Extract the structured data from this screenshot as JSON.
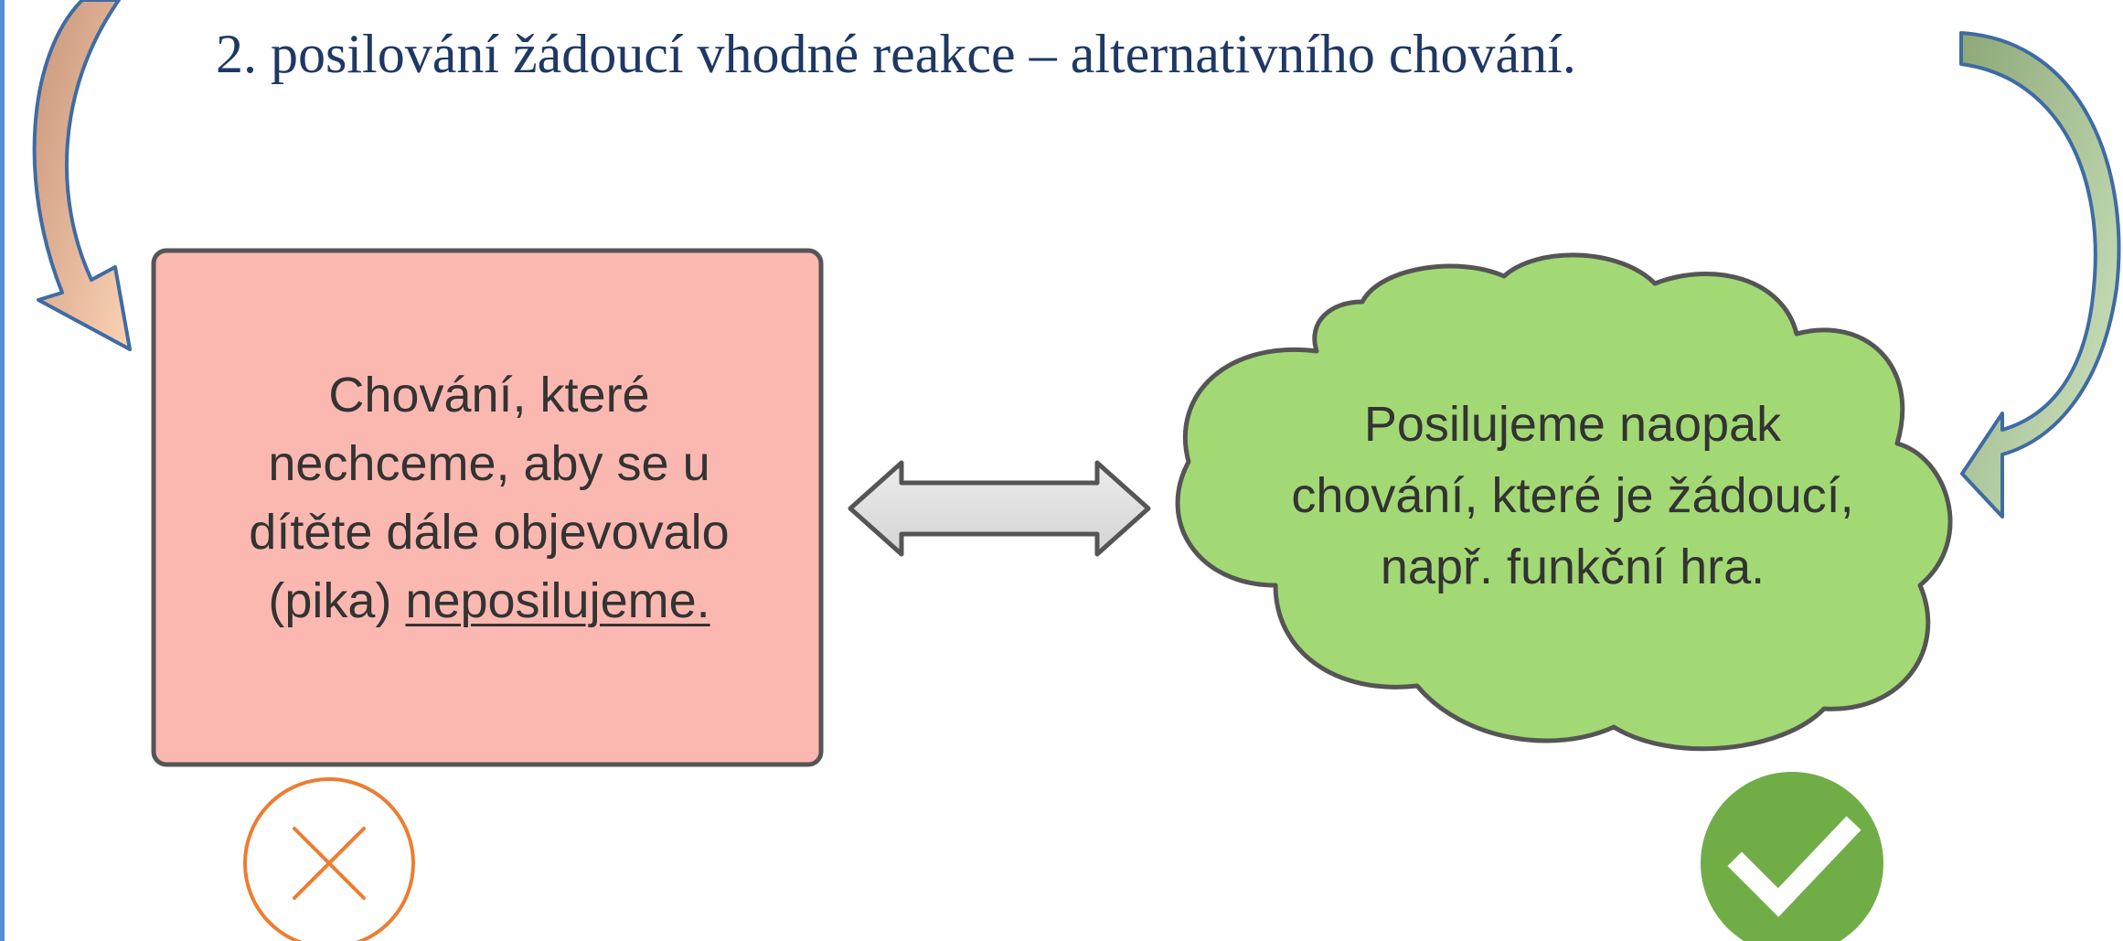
{
  "heading": "2. posilování žádoucí vhodné reakce – alternativního chování.",
  "unwanted_box": {
    "line1": "Chování, které",
    "line2": "nechceme, aby se u",
    "line3": "dítěte dále objevovalo",
    "line4_prefix": "(pika)",
    "line4_underlined": "neposilujeme.",
    "fill": "#fbb8b0"
  },
  "wanted_cloud": {
    "line1": "Posilujeme naopak",
    "line2": "chování, které je žádoucí,",
    "line3": "např. funkční hra.",
    "fill": "#a3d975"
  },
  "icons": {
    "reject": "cross-in-circle-icon",
    "accept": "checkmark-in-circle-icon"
  },
  "colors": {
    "heading": "#1f3864",
    "reject": "#ed7d31",
    "accept": "#70ad47",
    "outline": "#555555"
  }
}
